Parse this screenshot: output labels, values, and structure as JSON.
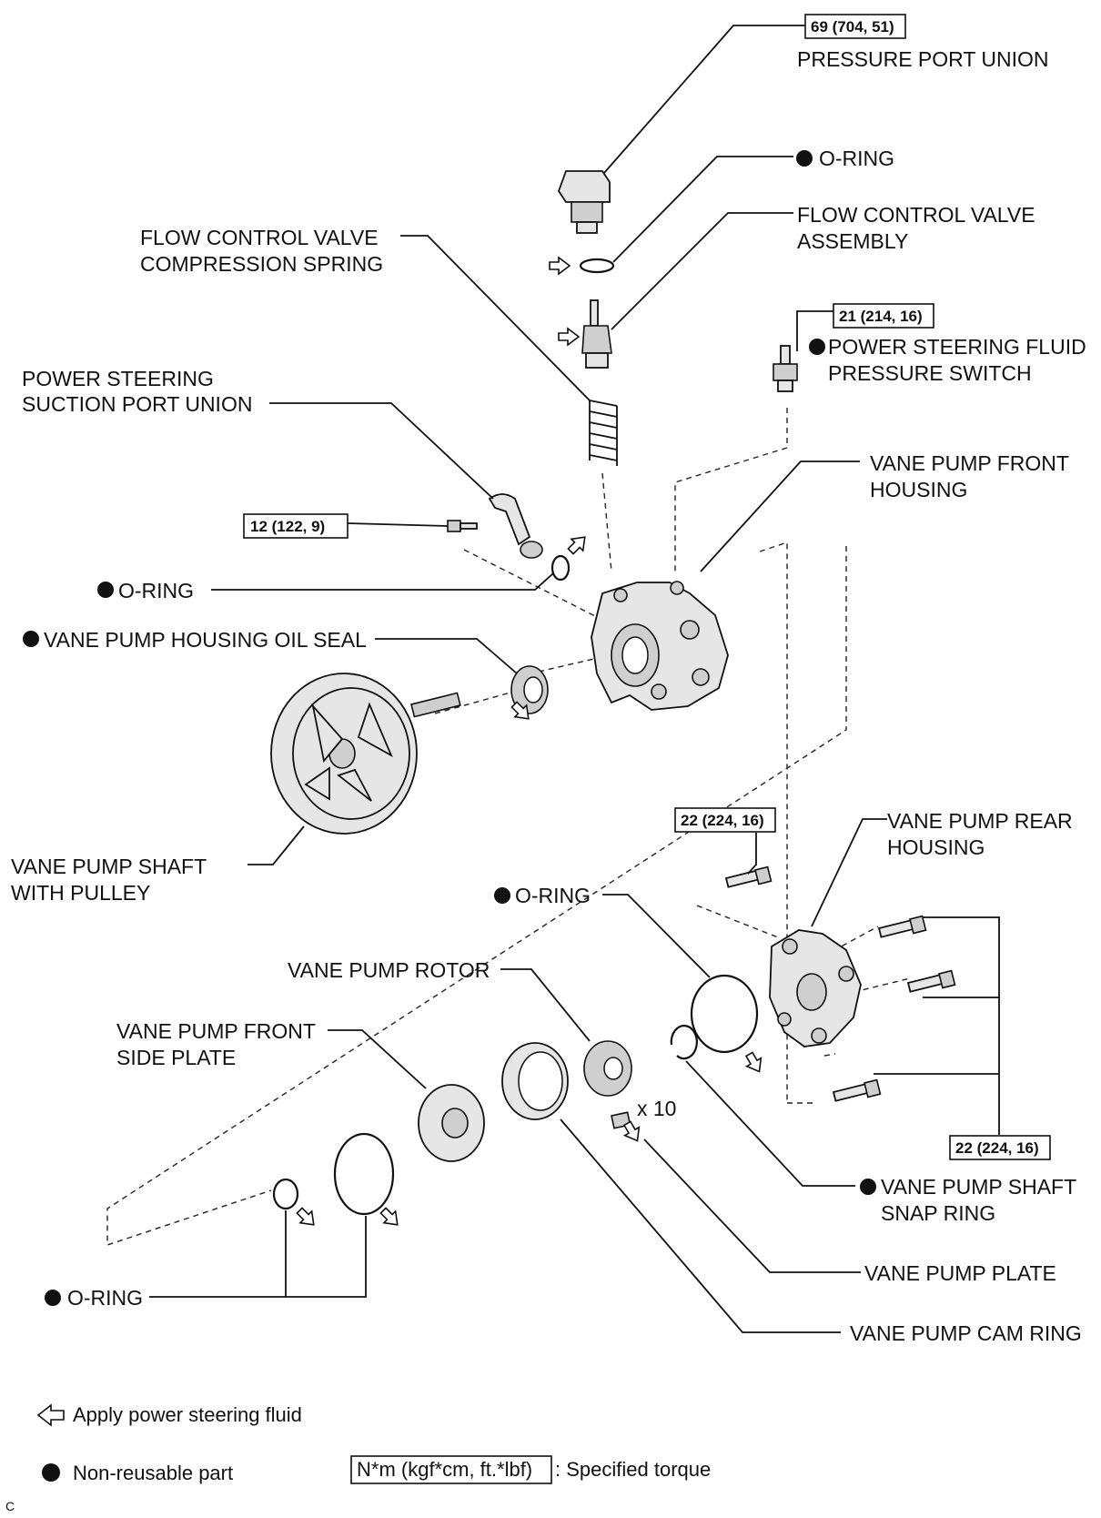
{
  "labels": {
    "pressure_port_union": "PRESSURE PORT UNION",
    "oring_top": "O-RING",
    "flow_control_valve_assembly_1": "FLOW CONTROL VALVE",
    "flow_control_valve_assembly_2": "ASSEMBLY",
    "fcv_spring_1": "FLOW CONTROL VALVE",
    "fcv_spring_2": "COMPRESSION SPRING",
    "pressure_switch_1": "POWER STEERING FLUID",
    "pressure_switch_2": "PRESSURE SWITCH",
    "suction_union_1": "POWER STEERING",
    "suction_union_2": "SUCTION PORT UNION",
    "front_housing_1": "VANE PUMP FRONT",
    "front_housing_2": "HOUSING",
    "oring_mid": "O-RING",
    "oil_seal": "VANE PUMP HOUSING OIL SEAL",
    "shaft_pulley_1": "VANE PUMP SHAFT",
    "shaft_pulley_2": "WITH PULLEY",
    "rear_housing_1": "VANE PUMP REAR",
    "rear_housing_2": "HOUSING",
    "oring_rear": "O-RING",
    "rotor": "VANE PUMP ROTOR",
    "front_side_plate_1": "VANE PUMP FRONT",
    "front_side_plate_2": "SIDE PLATE",
    "vane_qty": "x 10",
    "snap_ring_1": "VANE PUMP SHAFT",
    "snap_ring_2": "SNAP RING",
    "vane_plate": "VANE PUMP PLATE",
    "oring_bottom": "O-RING",
    "cam_ring": "VANE PUMP CAM RING"
  },
  "torques": {
    "pressure_port": "69 (704, 51)",
    "pressure_switch": "21 (214, 16)",
    "suction_bolt": "12 (122, 9)",
    "rear_bolt_single": "22 (224, 16)",
    "rear_bolts_group": "22 (224, 16)"
  },
  "legend": {
    "apply_fluid": "Apply power steering fluid",
    "non_reusable": "Non-reusable part",
    "torque_unit": "N*m (kgf*cm, ft.*lbf)",
    "torque_desc": ": Specified torque",
    "corner_mark": "C"
  },
  "icons": {
    "apply": "hollow-arrow-icon",
    "non_reusable": "filled-dot-icon"
  }
}
